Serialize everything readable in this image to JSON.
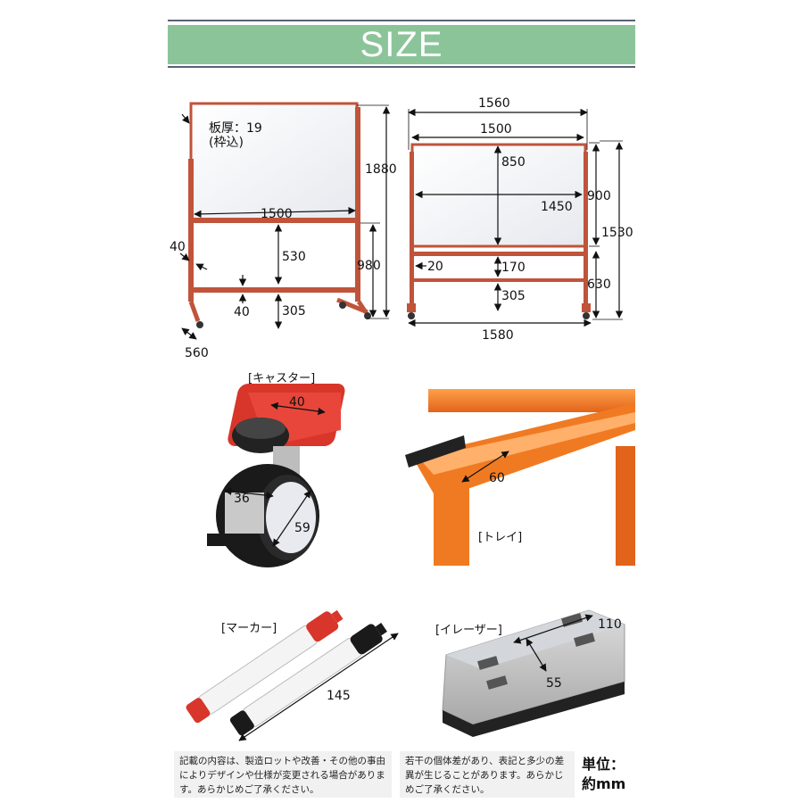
{
  "header": {
    "title": "SIZE",
    "accent_color": "#8cc49a",
    "line_color": "#5a6178"
  },
  "front_view": {
    "board_thickness": "板厚：19",
    "board_thickness_note": "(枠込)",
    "height_total": "1880",
    "width_frame": "1500",
    "height_upper": "530",
    "height_lower": "305",
    "height_to_tray": "980",
    "depth_side": "40",
    "bar_thickness": "40",
    "base_depth": "560"
  },
  "side_view": {
    "width_total": "1560",
    "width_board": "1500",
    "board_height": "850",
    "board_width_inner": "1450",
    "board_height_frame": "900",
    "height_total": "1530",
    "tray_width": "20",
    "tray_gap": "170",
    "floor_gap": "305",
    "lower_height": "630",
    "base_width": "1580"
  },
  "caster": {
    "title": "[キャスター]",
    "width": "40",
    "wheel_width": "36",
    "wheel_diameter": "59"
  },
  "tray": {
    "title": "[トレイ]",
    "depth": "60"
  },
  "marker": {
    "title": "[マーカー]",
    "length": "145"
  },
  "eraser": {
    "title": "[イレーザー]",
    "length": "110",
    "width": "55"
  },
  "notes": {
    "left": "記載の内容は、製造ロットや改善・その他の事由によりデザインや仕様が変更される場合があります。あらかじめご了承ください。",
    "right": "若干の個体差があり、表記と多少の差異が生じることがあります。あらかじめご了承ください。"
  },
  "unit": {
    "label": "単位：",
    "value": "約mm"
  },
  "colors": {
    "frame": "#c0543a",
    "orange": "#f07a22",
    "red": "#d8362a"
  }
}
